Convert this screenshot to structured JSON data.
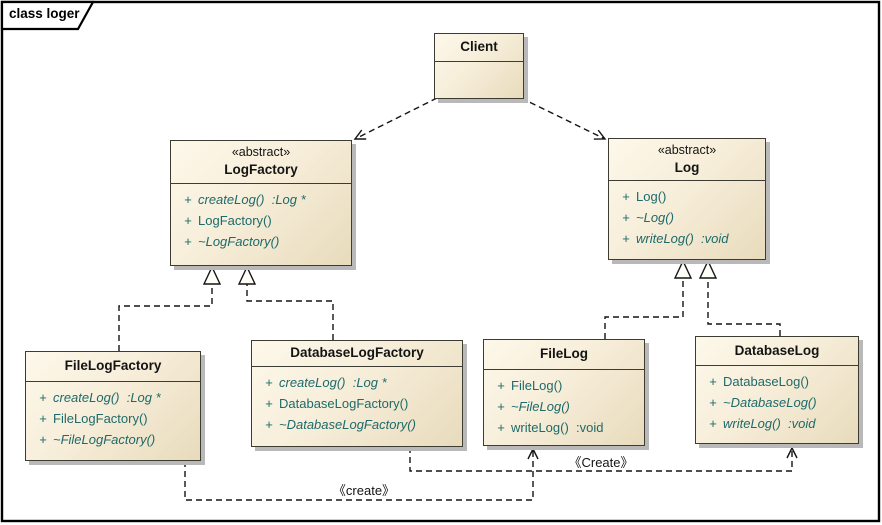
{
  "frame": {
    "label": "class loger"
  },
  "colors": {
    "box_fill_light": "#fdf8ea",
    "box_fill_dark": "#e8dbbc",
    "box_border": "#3c3c33",
    "operation_text": "#1e6a6a",
    "shadow": "#b9b9b9",
    "line": "#141414"
  },
  "classes": {
    "client": {
      "name": "Client"
    },
    "logfactory": {
      "stereotype": "«abstract»",
      "name": "LogFactory",
      "ops": [
        {
          "vis": "+",
          "text": "createLog()  :Log *"
        },
        {
          "vis": "+",
          "text": "LogFactory()"
        },
        {
          "vis": "+",
          "text": "~LogFactory()"
        }
      ]
    },
    "log": {
      "stereotype": "«abstract»",
      "name": "Log",
      "ops": [
        {
          "vis": "+",
          "text": "Log()"
        },
        {
          "vis": "+",
          "text": "~Log()"
        },
        {
          "vis": "+",
          "text": "writeLog()  :void"
        }
      ]
    },
    "filelogfactory": {
      "name": "FileLogFactory",
      "ops": [
        {
          "vis": "+",
          "text": "createLog()  :Log *"
        },
        {
          "vis": "+",
          "text": "FileLogFactory()"
        },
        {
          "vis": "+",
          "text": "~FileLogFactory()"
        }
      ]
    },
    "databaselogfactory": {
      "name": "DatabaseLogFactory",
      "ops": [
        {
          "vis": "+",
          "text": "createLog()  :Log *"
        },
        {
          "vis": "+",
          "text": "DatabaseLogFactory()"
        },
        {
          "vis": "+",
          "text": "~DatabaseLogFactory()"
        }
      ]
    },
    "filelog": {
      "name": "FileLog",
      "ops": [
        {
          "vis": "+",
          "text": "FileLog()"
        },
        {
          "vis": "+",
          "text": "~FileLog()"
        },
        {
          "vis": "+",
          "text": "writeLog()  :void"
        }
      ]
    },
    "databaselog": {
      "name": "DatabaseLog",
      "ops": [
        {
          "vis": "+",
          "text": "DatabaseLog()"
        },
        {
          "vis": "+",
          "text": "~DatabaseLog()"
        },
        {
          "vis": "+",
          "text": "writeLog()  :void"
        }
      ]
    }
  },
  "connectors": {
    "create_label_left": "《create》",
    "create_label_right": "《Create》"
  }
}
